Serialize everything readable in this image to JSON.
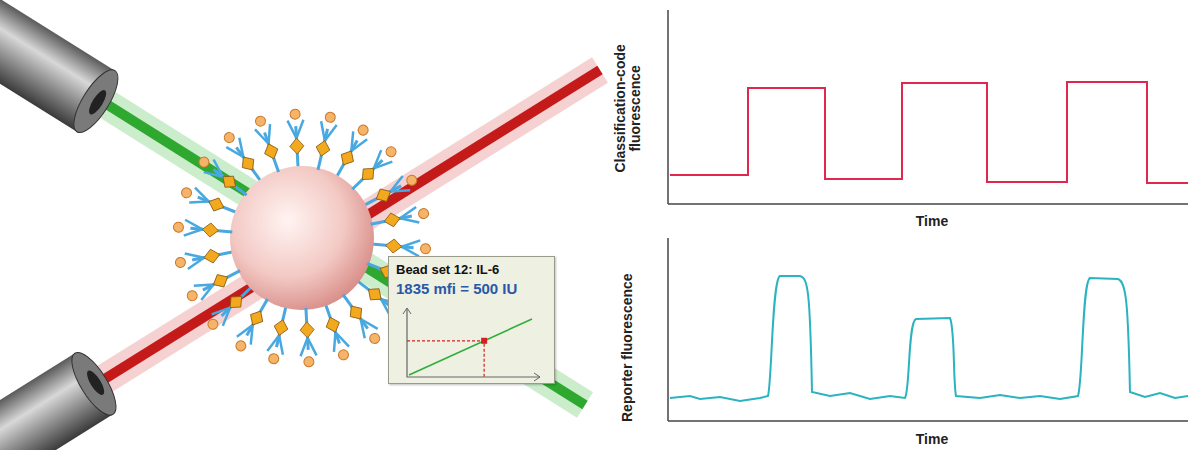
{
  "diagram": {
    "nodes": [
      {
        "text": [
          "Bead set 12: IL-6",
          "1835 mfi = 500 IU"
        ]
      }
    ],
    "labels": [
      "Classification-code fluorescence",
      "Time",
      "Reporter fluorescence",
      "Time"
    ]
  }
}
